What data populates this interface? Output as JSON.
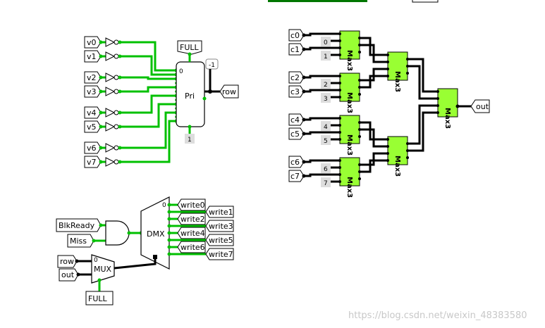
{
  "inputs_left": [
    "v0",
    "v1",
    "v2",
    "v3",
    "v4",
    "v5",
    "v6",
    "v7"
  ],
  "pri": {
    "label": "Pri",
    "full": "FULL",
    "out": "row",
    "top_const": "-1",
    "bottom_const": "1",
    "in0": "0"
  },
  "dmx": {
    "label": "DMX",
    "in0": "0",
    "inputs": [
      "BlkReady",
      "Miss"
    ],
    "outputs_left": [
      "write0",
      "write2",
      "write4",
      "write6"
    ],
    "outputs_right": [
      "write1",
      "write3",
      "write5",
      "write7"
    ]
  },
  "mux": {
    "label": "MUX",
    "in0": "0",
    "inputs": [
      "row",
      "out"
    ],
    "sel": "FULL"
  },
  "max_tree": {
    "cells": [
      "c0",
      "c1",
      "c2",
      "c3",
      "c4",
      "c5",
      "c6",
      "c7"
    ],
    "consts": [
      "0",
      "1",
      "2",
      "3",
      "4",
      "5",
      "6",
      "7"
    ],
    "block_label": "Max3",
    "out": "out"
  },
  "watermark": "https://blog.csdn.net/weixin_48383580",
  "colors": {
    "wire_on": "#00c000",
    "wire_off": "#000000",
    "max_fill": "#99ff33",
    "accent": "#007700"
  }
}
